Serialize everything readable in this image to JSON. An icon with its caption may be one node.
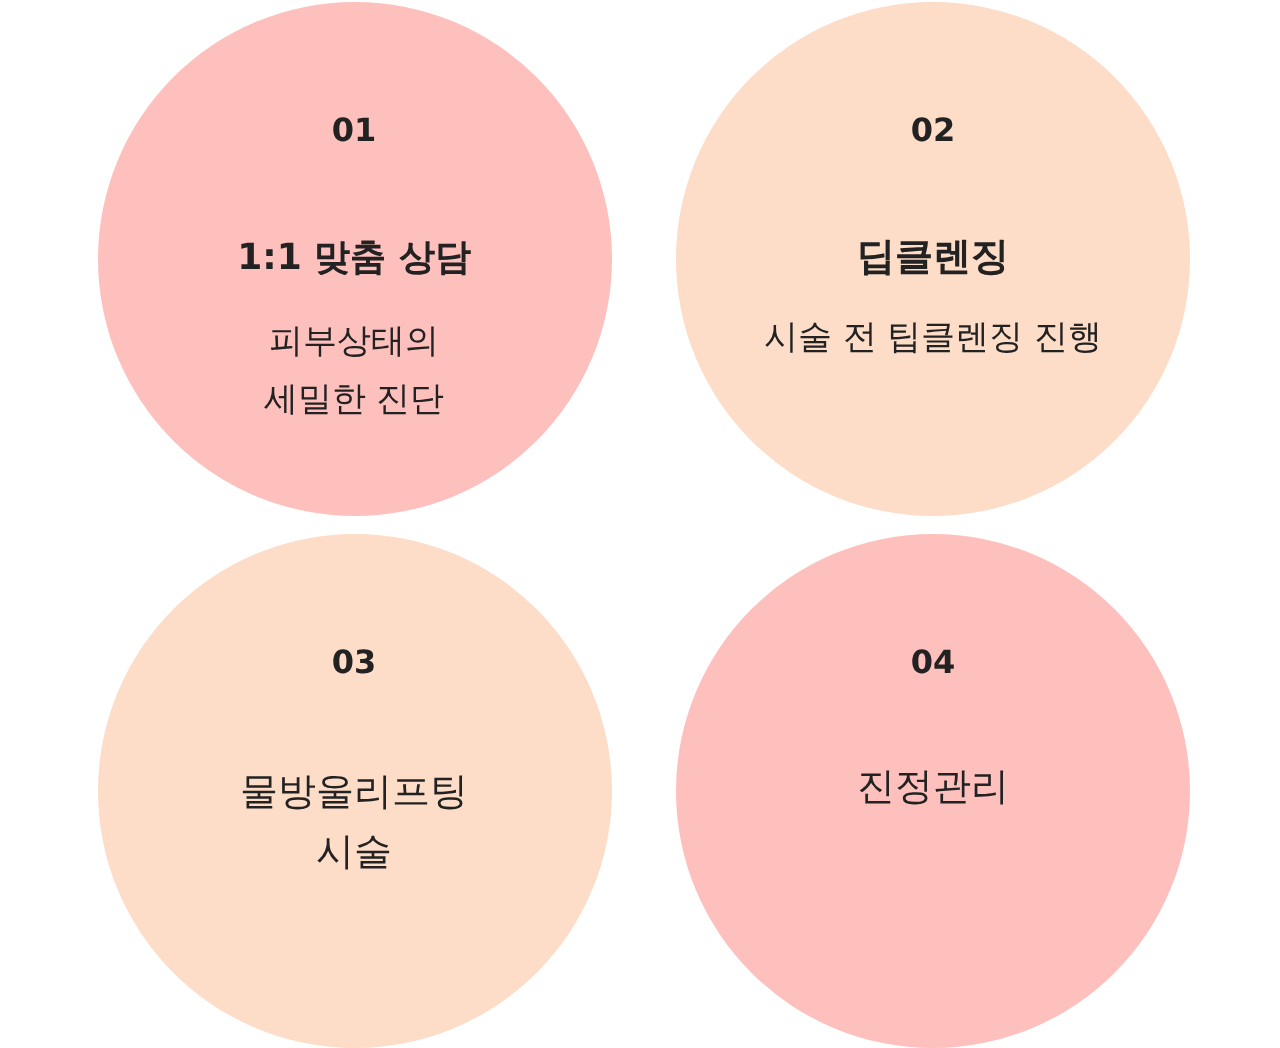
{
  "diagram": {
    "nodes": [
      {
        "text": [
          "01",
          "1:1 맞춤 상담",
          "피부상태의 세밀한 진단"
        ]
      },
      {
        "text": [
          "02",
          "딥클렌징",
          "시술 전 팁클렌징 진행"
        ]
      },
      {
        "text": [
          "03",
          "물방울리프팅 시술"
        ]
      },
      {
        "text": [
          "04",
          "진정관리"
        ]
      }
    ]
  }
}
